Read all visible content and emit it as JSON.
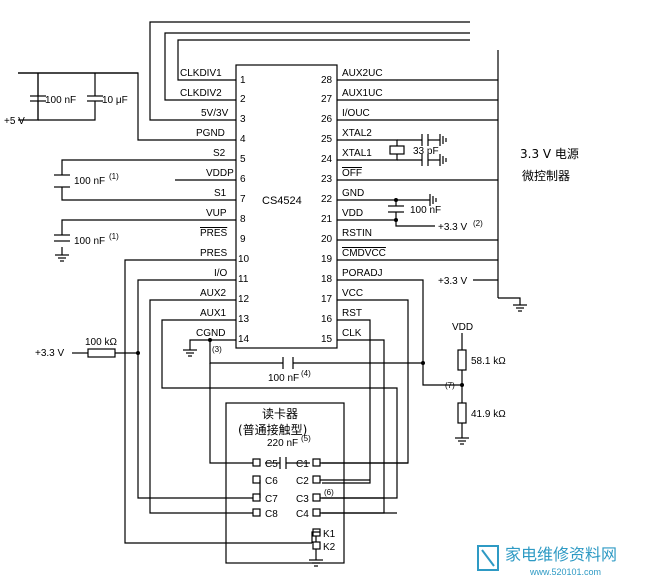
{
  "ic": {
    "name": "CS4524",
    "left_pins": [
      {
        "num": "1",
        "name": "CLKDIV1"
      },
      {
        "num": "2",
        "name": "CLKDIV2"
      },
      {
        "num": "3",
        "name": "5V/3V"
      },
      {
        "num": "4",
        "name": "PGND"
      },
      {
        "num": "5",
        "name": "S2"
      },
      {
        "num": "6",
        "name": "VDDP"
      },
      {
        "num": "7",
        "name": "S1"
      },
      {
        "num": "8",
        "name": "VUP"
      },
      {
        "num": "9",
        "name": "PRES"
      },
      {
        "num": "10",
        "name": "PRES"
      },
      {
        "num": "11",
        "name": "I/O"
      },
      {
        "num": "12",
        "name": "AUX2"
      },
      {
        "num": "13",
        "name": "AUX1"
      },
      {
        "num": "14",
        "name": "CGND"
      }
    ],
    "right_pins": [
      {
        "num": "28",
        "name": "AUX2UC"
      },
      {
        "num": "27",
        "name": "AUX1UC"
      },
      {
        "num": "26",
        "name": "I/OUC"
      },
      {
        "num": "25",
        "name": "XTAL2"
      },
      {
        "num": "24",
        "name": "XTAL1"
      },
      {
        "num": "23",
        "name": "OFF"
      },
      {
        "num": "22",
        "name": "GND"
      },
      {
        "num": "21",
        "name": "VDD"
      },
      {
        "num": "20",
        "name": "RSTIN"
      },
      {
        "num": "19",
        "name": "CMDVCC"
      },
      {
        "num": "18",
        "name": "PORADJ"
      },
      {
        "num": "17",
        "name": "VCC"
      },
      {
        "num": "16",
        "name": "RST"
      },
      {
        "num": "15",
        "name": "CLK"
      }
    ]
  },
  "mcu": {
    "line1": "3.3 V 电源",
    "line2": "微控制器"
  },
  "reader": {
    "title": "读卡器",
    "subtitle": "(普通接触型)",
    "cap": "220 nF",
    "cap_note": "(5)",
    "left_contacts": [
      "C5",
      "C6",
      "C7",
      "C8"
    ],
    "right_contacts": [
      "C1",
      "C2",
      "C3",
      "C4"
    ],
    "switches": [
      "K1",
      "K2"
    ],
    "note_c3": "(6)"
  },
  "labels": {
    "c100n_top": "100 nF",
    "c10u": "10 μF",
    "v5": "+5 V",
    "c_vddp": "100 nF",
    "c_vddp_note": "(1)",
    "c_vup": "100 nF",
    "c_vup_note": "(1)",
    "cap_xtal": "33 pF",
    "cap_vdd": "100 nF",
    "v33_vdd": "+3.3 V",
    "v33_vdd_note": "(2)",
    "v33_right": "+3.3 V",
    "v33_left": "+3.3 V",
    "r100k": "100 kΩ",
    "cgnd_note": "(3)",
    "c_long": "100 nF",
    "c_long_note": "(4)",
    "vdd_div": "VDD",
    "r_top": "58.1 kΩ",
    "r_bot": "41.9 kΩ",
    "div_note": "(7)"
  },
  "watermark": {
    "text": "家电维修资料网",
    "url": "www.520101.com"
  },
  "colors": {
    "line": "#000000",
    "watermark": "#2e9ac4"
  }
}
